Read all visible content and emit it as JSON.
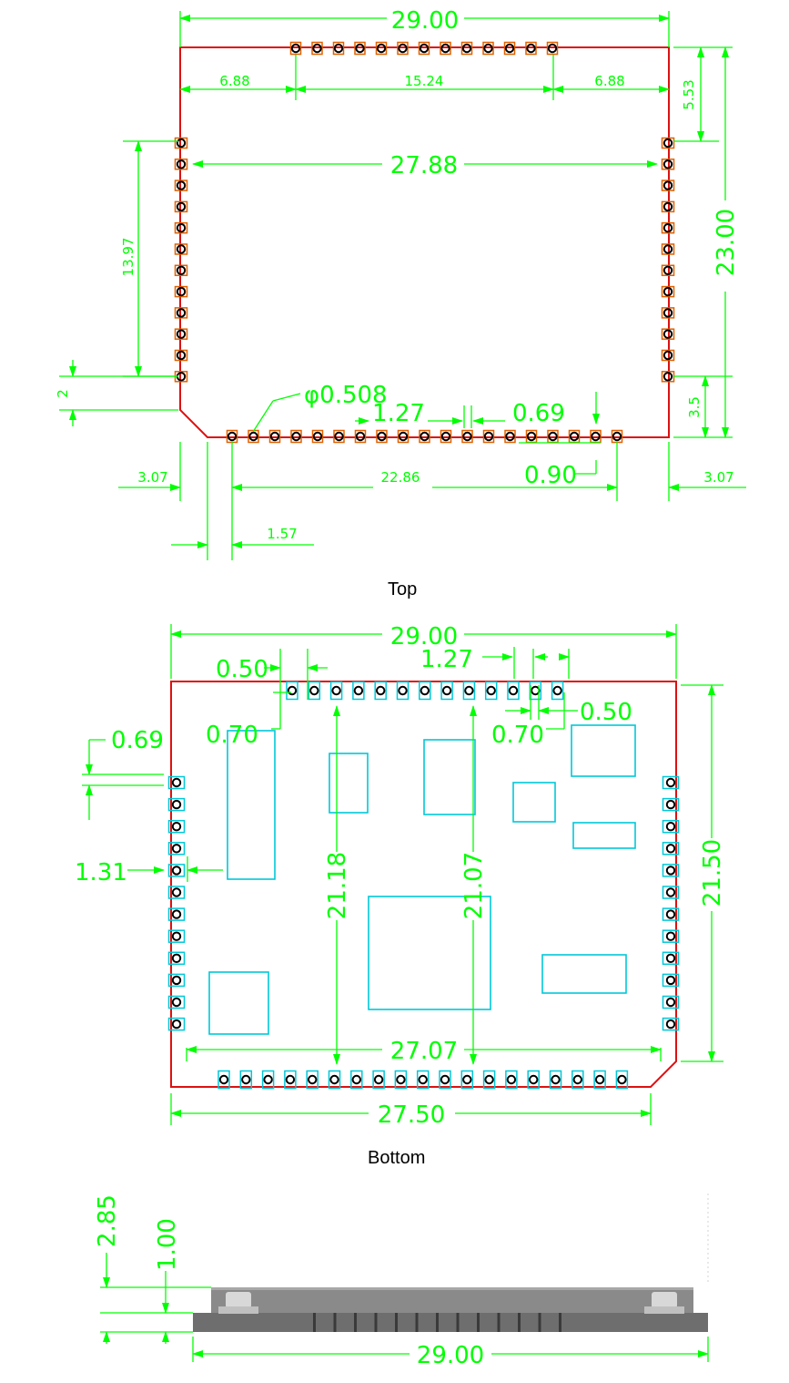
{
  "colors": {
    "dimension": "#00ff00",
    "outline": "#dd1111",
    "pad_top": "#e06000",
    "pad_bottom": "#00c8d8",
    "hole": "#000000",
    "body_side": "#6e6e6e"
  },
  "top": {
    "caption": "Top",
    "dims": {
      "width": "29.00",
      "left_offset": "6.88",
      "pin_span": "15.24",
      "right_offset": "6.88",
      "top_to_row": "5.53",
      "overall_height": "23.00",
      "inner_width": "27.88",
      "side_span": "13.97",
      "corner_2": "2",
      "hole_dia": "φ0.508",
      "pitch": "1.27",
      "pad_w": "0.69",
      "bottom_to_row": "3.5",
      "pad_len": "0.90",
      "left_margin": "3.07",
      "bottom_span": "22.86",
      "right_margin": "3.07",
      "offset_157": "1.57"
    }
  },
  "bottom": {
    "caption": "Bottom",
    "dims": {
      "width": "29.00",
      "pad_w_left": "0.50",
      "pitch": "1.27",
      "pad_len_left": "0.70",
      "pad_len_right": "0.70",
      "pad_w_right": "0.50",
      "side_pad_gap": "0.69",
      "side_pad_len": "1.31",
      "v_span_a": "21.18",
      "v_span_b": "21.07",
      "height": "21.50",
      "inner_width": "27.07",
      "bottom_width": "27.50"
    }
  },
  "side": {
    "dims": {
      "total_height": "2.85",
      "board_thickness": "1.00",
      "width": "29.00"
    }
  }
}
